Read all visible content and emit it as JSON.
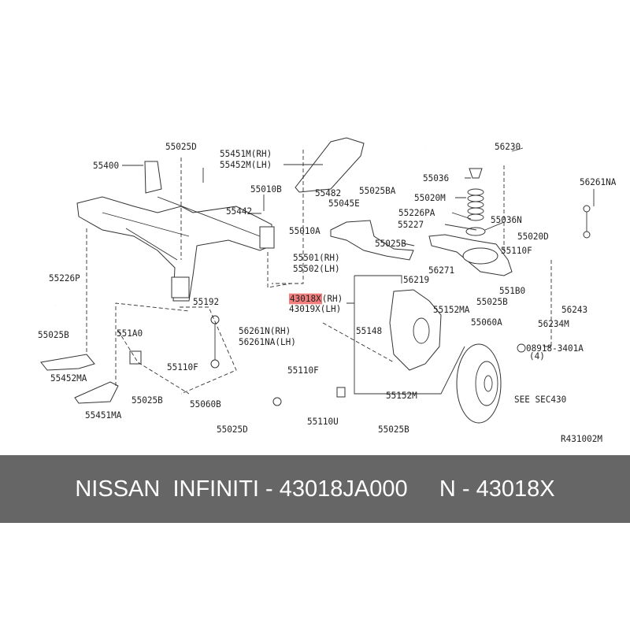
{
  "diagram": {
    "labels": {
      "p55025D_a": "55025D",
      "p55400": "55400",
      "p55451M": "55451M(RH)",
      "p55452M": "55452M(LH)",
      "p55010B": "55010B",
      "p55442": "55442",
      "p55010A": "55010A",
      "p55482": "55482",
      "p55025BA": "55025BA",
      "p55045E": "55045E",
      "p55501": "55501(RH)",
      "p55502": "55502(LH)",
      "p56230": "56230",
      "p55036": "55036",
      "p55020M": "55020M",
      "p56261NA_a": "56261NA",
      "p55226PA": "55226PA",
      "p55227": "55227",
      "p55036N": "55036N",
      "p55025B_a": "55025B",
      "p55020D": "55020D",
      "p55110F_a": "55110F",
      "p56271": "56271",
      "p56219": "56219",
      "p551B0": "551B0",
      "p55025B_b": "55025B",
      "p56243": "56243",
      "p55152MA": "55152MA",
      "p55060A": "55060A",
      "p56234M": "56234M",
      "p43018X": "43018X",
      "p43018X_side": "(RH)",
      "p43019X": "43019X(LH)",
      "p55226P": "55226P",
      "p55192": "55192",
      "p55025B_c": "55025B",
      "p551A0": "551A0",
      "p56261N": "56261N(RH)",
      "p56261NA_b": "56261NA(LH)",
      "p55148": "55148",
      "p08918": "08918-3401A",
      "p08918_qty": "(4)",
      "p55110F_b": "55110F",
      "p55110F_c": "55110F",
      "p55452MA": "55452MA",
      "p55025B_d": "55025B",
      "p55060B": "55060B",
      "p55152M": "55152M",
      "seeSec": "SEE SEC430",
      "p55451MA": "55451MA",
      "p55110U": "55110U",
      "p55025D_b": "55025D",
      "p55025B_e": "55025B",
      "ref": "R431002M"
    },
    "highlight_color": "#f27e7e"
  },
  "banner": {
    "text": "NISSAN  INFINITI - 43018JA000     N - 43018X"
  }
}
